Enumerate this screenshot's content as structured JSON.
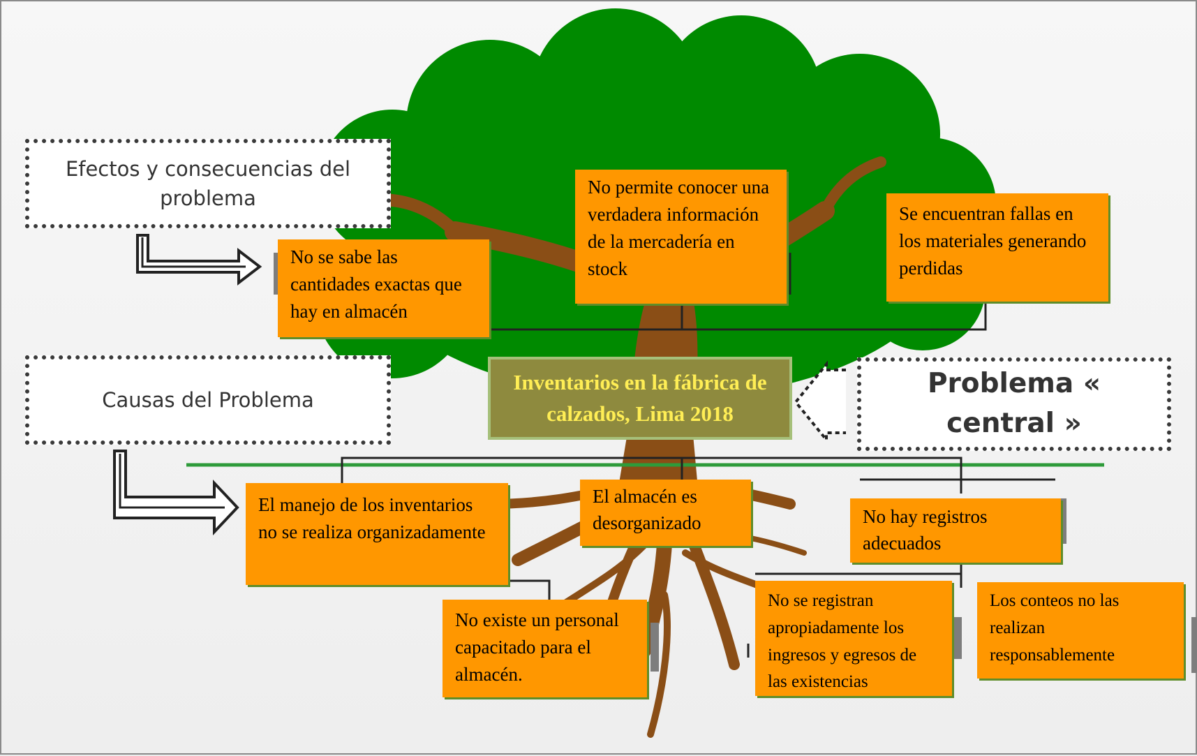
{
  "labels": {
    "effects": "Efectos y consecuencias del problema",
    "causes": "Causas del Problema",
    "central_problem": "Problema « central »"
  },
  "central": "Inventarios en la fábrica de calzados, Lima 2018",
  "effects": [
    "No se sabe las cantidades exactas que hay en almacén",
    "No permite conocer una verdadera información de la mercadería en stock",
    "Se encuentran fallas en los materiales generando perdidas"
  ],
  "causes": [
    "El manejo de los inventarios no se realiza organizadamente",
    "El almacén es desorganizado",
    "No hay registros adecuados"
  ],
  "sub_causes": [
    "No existe un personal capacitado para el almacén.",
    "No se registran apropiadamente los ingresos y egresos de las existencias",
    "Los conteos no las realizan responsablemente"
  ],
  "colors": {
    "foliage": "#008a00",
    "trunk": "#8a4e16",
    "box": "#ff9700",
    "central_bg": "#8e8a3e",
    "central_text": "#ffee55"
  }
}
